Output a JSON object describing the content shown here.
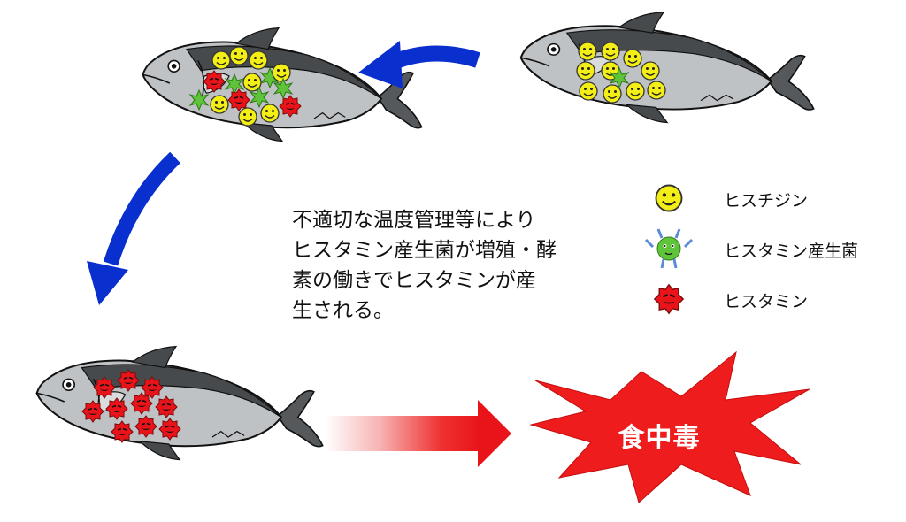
{
  "description_text": "不適切な温度管理等により\nヒスタミン産生菌が増殖・酵\n素の働きでヒスタミンが産\n生される。",
  "legend": [
    {
      "icon": "histidine-icon",
      "label": "ヒスチジン"
    },
    {
      "icon": "bacteria-icon",
      "label": "ヒスタミン産生菌"
    },
    {
      "icon": "histamine-icon",
      "label": "ヒスタミン"
    }
  ],
  "outcome_label": "食中毒",
  "colors": {
    "arrow_blue": "#0a2fcf",
    "histidine_yellow": "#f3ee16",
    "bacteria_green": "#5fc43a",
    "histamine_red": "#e8141a",
    "burst_red": "#ee1c1c",
    "fish_body": "#b9bcbf",
    "fish_dark": "#474a4d"
  }
}
